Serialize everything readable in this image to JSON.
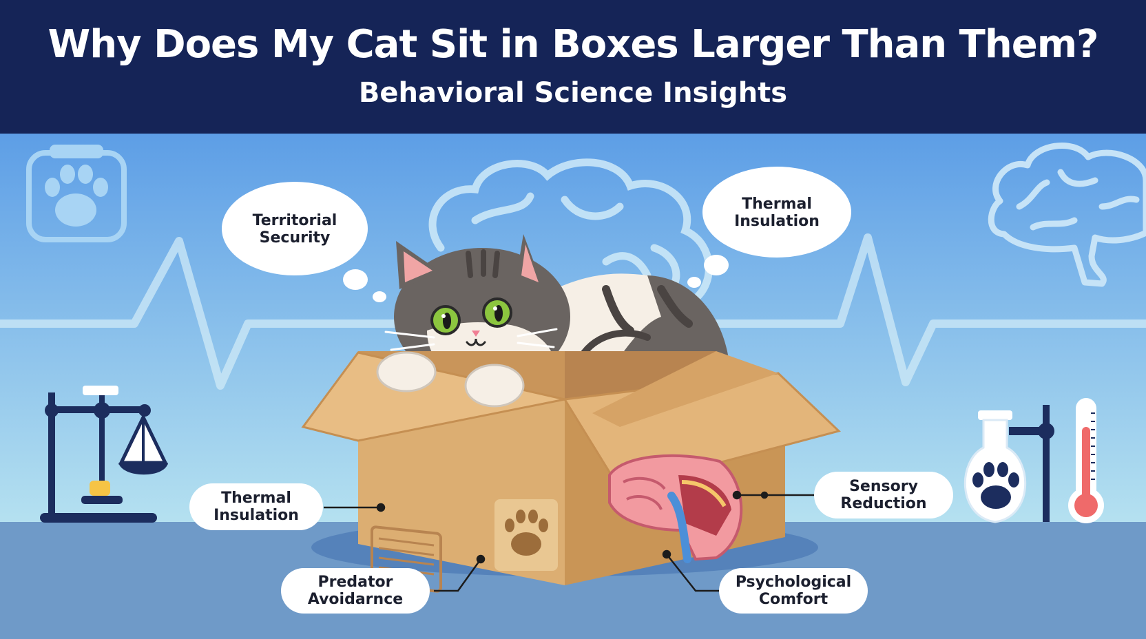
{
  "header": {
    "title": "Why Does My Cat Sit in Boxes Larger Than Them?",
    "subtitle": "Behavioral Science Insights"
  },
  "colors": {
    "header_bg": "#152457",
    "sky_top": "#5d9ee6",
    "sky_bottom": "#b5e1f0",
    "floor": "#6f9ac8",
    "box": "#d9a86c",
    "cat_gray": "#6a6461",
    "accent_navy": "#1c2d5e"
  },
  "thought_bubbles": [
    {
      "id": "territorial",
      "text": "Territorial\nSecurity"
    },
    {
      "id": "thermal-top",
      "text": "Thermal\nInsulation"
    }
  ],
  "callouts": [
    {
      "id": "thermal-left",
      "text": "Thermal\nInsulation"
    },
    {
      "id": "sensory",
      "text": "Sensory\nReduction"
    },
    {
      "id": "predator",
      "text": "Predator\nAvoidarnce"
    },
    {
      "id": "psychological",
      "text": "Psychological\nComfort"
    }
  ],
  "icons": [
    "paw-print-icon",
    "brain-icon",
    "heartbeat-line-icon",
    "lab-stand-scale-icon",
    "flask-paw-icon",
    "thermometer-icon",
    "brain-cross-section-icon"
  ]
}
